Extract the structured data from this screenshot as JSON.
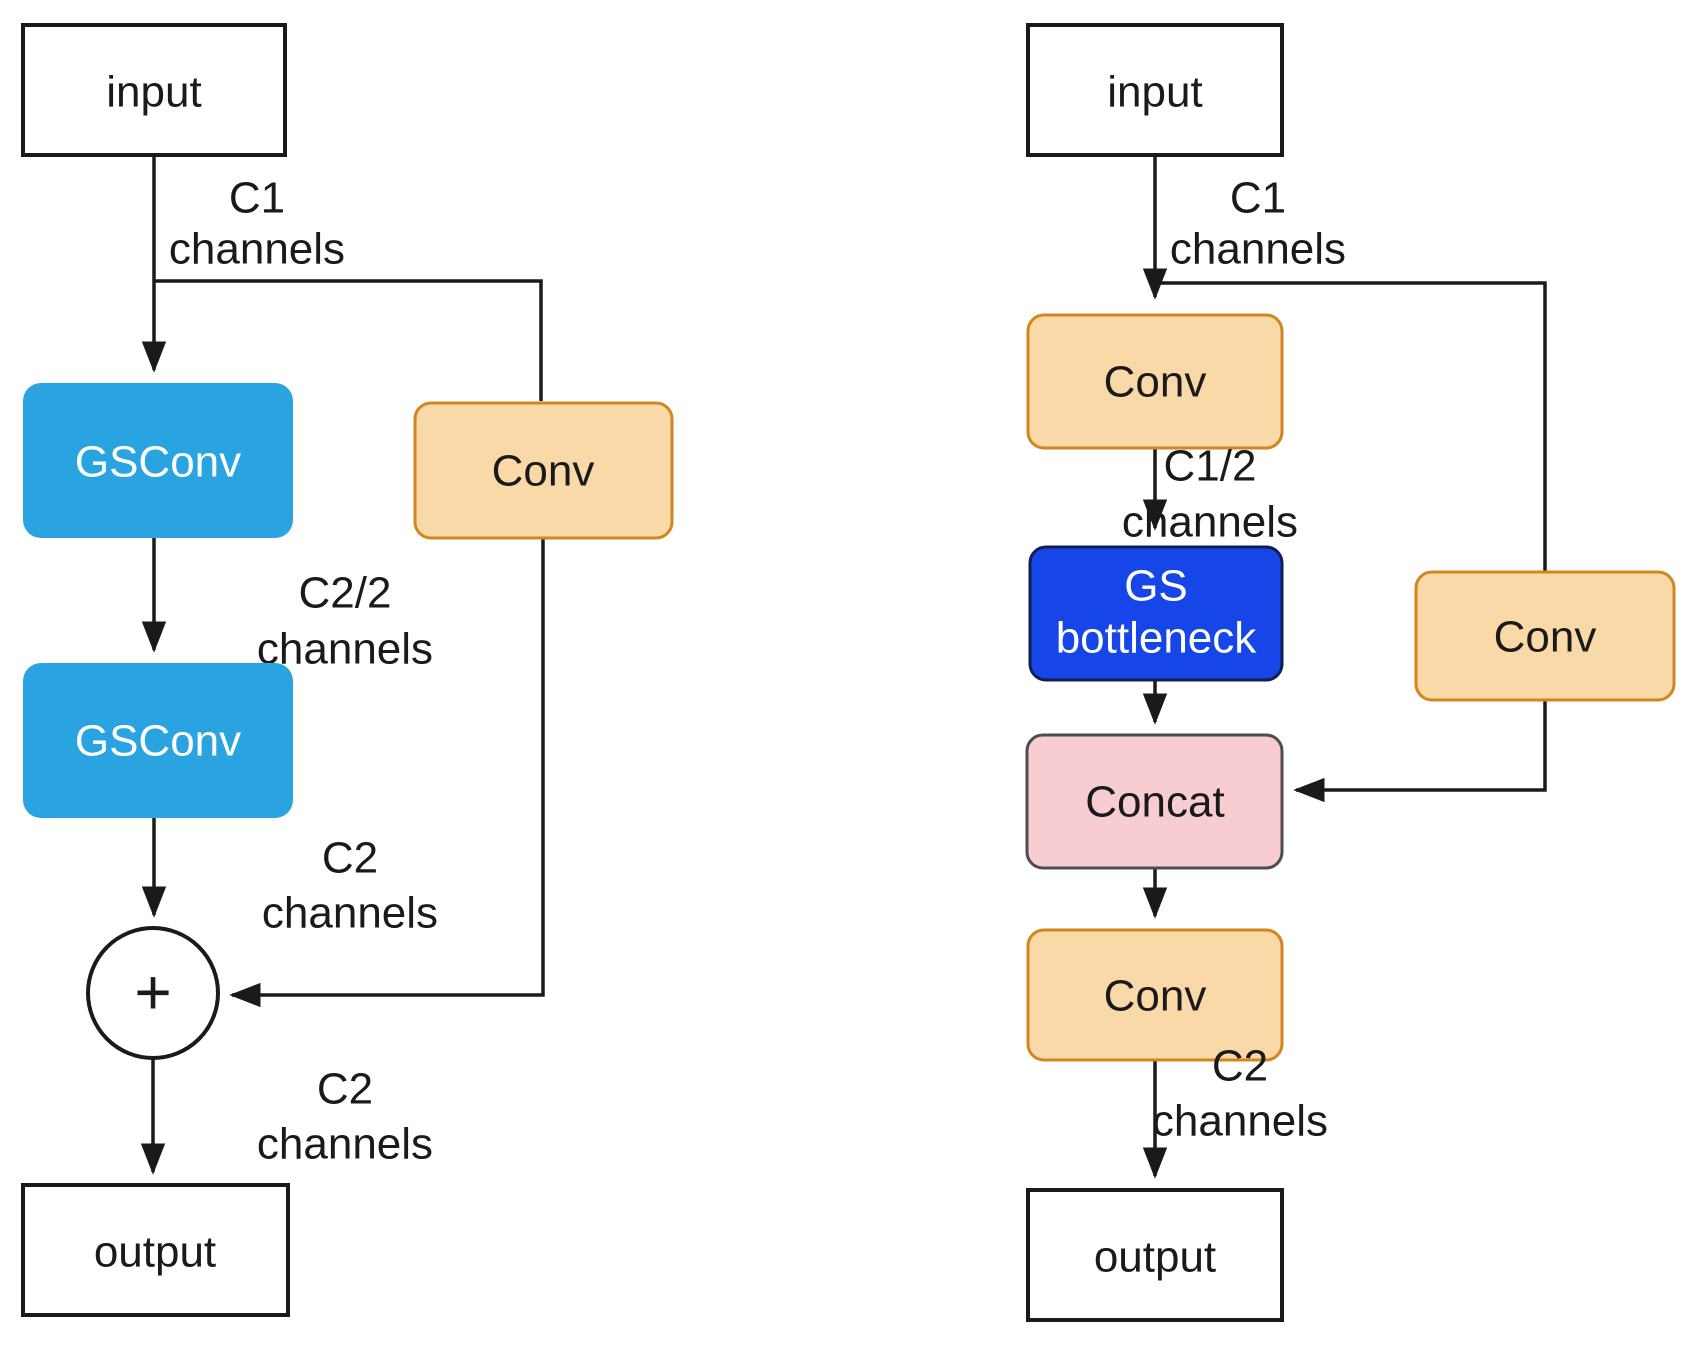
{
  "diagram": {
    "left": {
      "input_label": "input",
      "gsconv1_label": "GSConv",
      "conv_label": "Conv",
      "gsconv2_label": "GSConv",
      "add_label": "+",
      "output_label": "output",
      "edge_labels": {
        "c1_a": "C1",
        "c1_b": "channels",
        "c2half_a": "C2/2",
        "c2half_b": "channels",
        "c2_top_a": "C2",
        "c2_top_b": "channels",
        "c2_bottom_a": "C2",
        "c2_bottom_b": "channels"
      }
    },
    "right": {
      "input_label": "input",
      "conv1_label": "Conv",
      "gs_bottleneck_line1": "GS",
      "gs_bottleneck_line2": "bottleneck",
      "conv_side_label": "Conv",
      "concat_label": "Concat",
      "conv2_label": "Conv",
      "output_label": "output",
      "edge_labels": {
        "c1_a": "C1",
        "c1_b": "channels",
        "c1half_a": "C1/2",
        "c1half_b": "channels",
        "c2_a": "C2",
        "c2_b": "channels"
      }
    },
    "colors": {
      "gsconv_blue": "#29A4E0",
      "gsconv_blue_border": "#1D85BD",
      "gs_bottleneck_blue": "#1746E8",
      "gs_bottleneck_border": "#111F4F",
      "conv_orange_fill": "#FAD9A8",
      "conv_orange_border": "#D2861E",
      "concat_pink_fill": "#F8CDD2",
      "concat_pink_border": "#4D4D4D",
      "io_fill": "#FFFFFF",
      "line_color": "#1A1A1A"
    }
  }
}
